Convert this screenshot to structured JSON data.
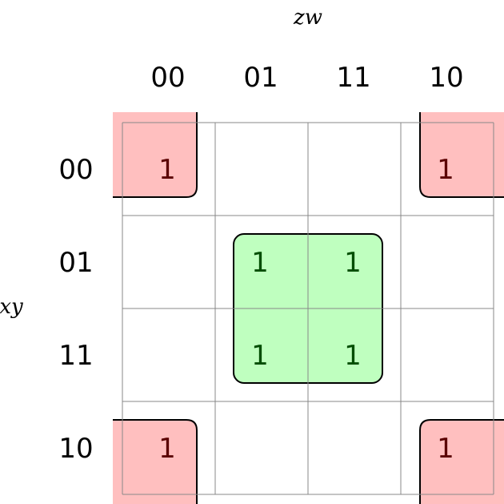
{
  "col_variable": "zw",
  "row_variable": "xy",
  "col_headers": [
    "00",
    "01",
    "11",
    "10"
  ],
  "row_headers": [
    "00",
    "01",
    "11",
    "10"
  ],
  "cells": [
    [
      "1",
      "",
      "",
      "1"
    ],
    [
      "",
      "1",
      "1",
      ""
    ],
    [
      "",
      "1",
      "1",
      ""
    ],
    [
      "1",
      "",
      "",
      "1"
    ]
  ],
  "groups": [
    {
      "name": "corners",
      "color": "#ffbfbf",
      "text_color": "#5a0000"
    },
    {
      "name": "center",
      "color": "#bfffbf",
      "text_color": "#004d00"
    }
  ]
}
